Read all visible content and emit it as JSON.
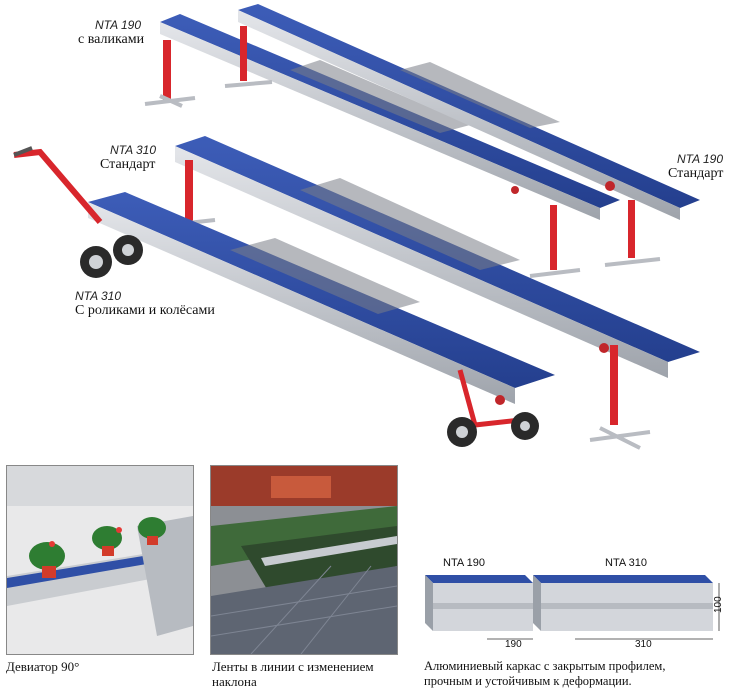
{
  "labels": {
    "nta190_top_model": "NTA 190",
    "nta190_top_desc": "с валиками",
    "nta190_right_model": "NTA 190",
    "nta190_right_desc": "Стандарт",
    "nta310_mid_model": "NTA 310",
    "nta310_mid_desc": "Стандарт",
    "nta310_wheel_model": "NTA 310",
    "nta310_wheel_desc": "С роликами и колёсами"
  },
  "photos": {
    "deviator_caption": "Девиатор 90°",
    "incline_caption_line1": "Ленты в линии с изменением",
    "incline_caption_line2": "наклона"
  },
  "profile": {
    "model_a": "NTA 190",
    "model_b": "NTA 310",
    "width_a": "190",
    "width_b": "310",
    "height": "100",
    "caption_line1": "Алюминиевый каркас с закрытым профилем,",
    "caption_line2": "прочным и устойчивым к деформации."
  },
  "colors": {
    "belt": "#2f4fa6",
    "frame": "#c8ccd2",
    "leg": "#d8262c"
  }
}
